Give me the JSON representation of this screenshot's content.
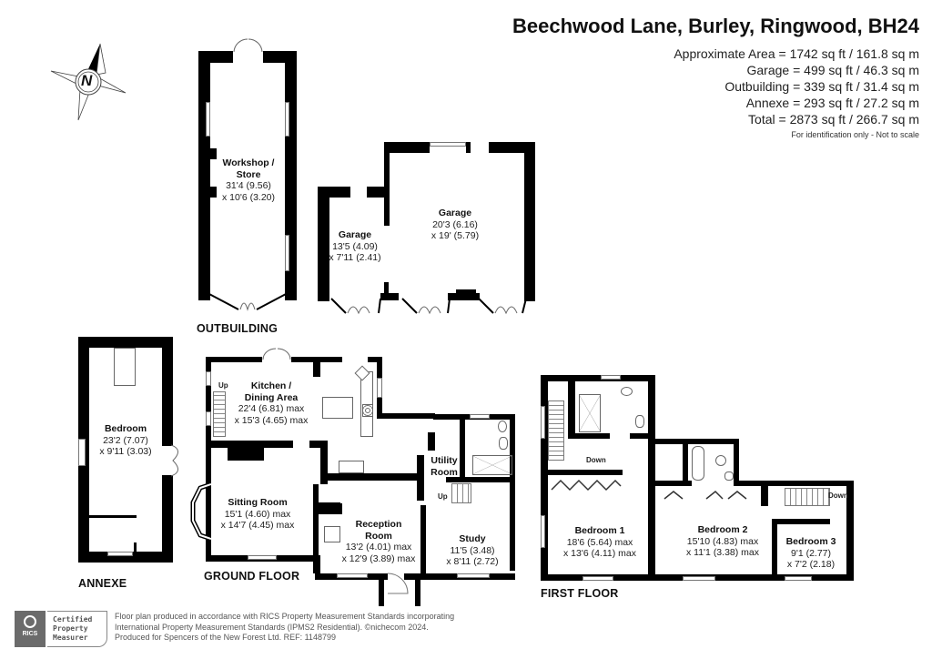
{
  "header": {
    "title": "Beechwood Lane, Burley, Ringwood, BH24",
    "areas": [
      "Approximate Area = 1742 sq ft / 161.8 sq m",
      "Garage = 499 sq ft / 46.3 sq m",
      "Outbuilding = 339 sq ft / 31.4 sq m",
      "Annexe = 293 sq ft / 27.2 sq m",
      "Total = 2873 sq ft / 266.7 sq m"
    ],
    "note": "For identification only - Not to scale"
  },
  "compass": {
    "icon": "compass-rose-icon",
    "letter": "N"
  },
  "sections": {
    "outbuilding": "OUTBUILDING",
    "annexe": "ANNEXE",
    "ground_floor": "GROUND FLOOR",
    "first_floor": "FIRST FLOOR"
  },
  "rooms": {
    "workshop": {
      "name_1": "Workshop /",
      "name_2": "Store",
      "dim_1": "31'4 (9.56)",
      "dim_2": "x 10'6 (3.20)"
    },
    "garage_small": {
      "name": "Garage",
      "dim_1": "13'5 (4.09)",
      "dim_2": "x 7'11 (2.41)"
    },
    "garage_large": {
      "name": "Garage",
      "dim_1": "20'3 (6.16)",
      "dim_2": "x 19' (5.79)"
    },
    "annexe_bedroom": {
      "name": "Bedroom",
      "dim_1": "23'2 (7.07)",
      "dim_2": "x 9'11 (3.03)"
    },
    "kitchen": {
      "name_1": "Kitchen /",
      "name_2": "Dining Area",
      "dim_1": "22'4 (6.81) max",
      "dim_2": "x 15'3 (4.65) max"
    },
    "sitting": {
      "name": "Sitting Room",
      "dim_1": "15'1 (4.60) max",
      "dim_2": "x 14'7 (4.45) max"
    },
    "reception": {
      "name_1": "Reception",
      "name_2": "Room",
      "dim_1": "13'2 (4.01) max",
      "dim_2": "x 12'9 (3.89) max"
    },
    "utility": {
      "name_1": "Utility",
      "name_2": "Room"
    },
    "study": {
      "name": "Study",
      "dim_1": "11'5 (3.48)",
      "dim_2": "x 8'11 (2.72)"
    },
    "bedroom1": {
      "name": "Bedroom 1",
      "dim_1": "18'6 (5.64) max",
      "dim_2": "x 13'6 (4.11) max"
    },
    "bedroom2": {
      "name": "Bedroom 2",
      "dim_1": "15'10 (4.83) max",
      "dim_2": "x 11'1 (3.38) max"
    },
    "bedroom3": {
      "name": "Bedroom 3",
      "dim_1": "9'1 (2.77)",
      "dim_2": "x 7'2 (2.18)"
    }
  },
  "stair_labels": {
    "up": "Up",
    "down": "Down"
  },
  "footer": {
    "badge_logo": "RICS",
    "badge_lines": [
      "Certified",
      "Property",
      "Measurer"
    ],
    "lines": [
      "Floor plan produced in accordance with RICS Property Measurement Standards incorporating",
      "International Property Measurement Standards (IPMS2 Residential).  ©nichecom 2024.",
      "Produced for Spencers of the New Forest Ltd.   REF:  1148799"
    ]
  }
}
